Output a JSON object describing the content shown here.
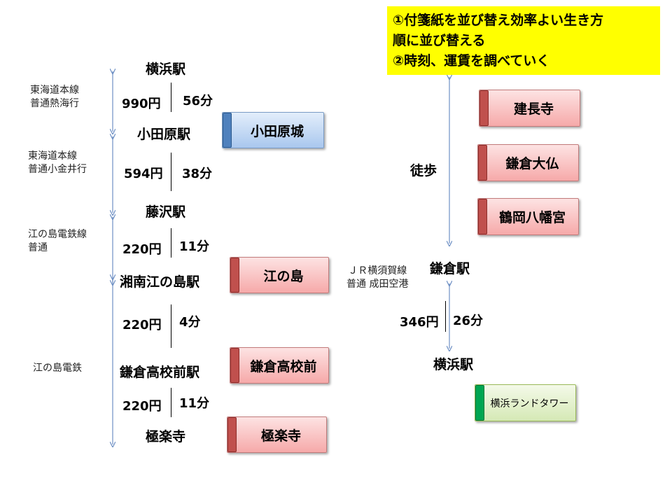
{
  "note": {
    "line1": "①付箋紙を並び替え効率よい生き方",
    "line2": "順に並び替える",
    "line3": "②時刻、運賃を調べていく"
  },
  "left_route": {
    "stations": [
      "横浜駅",
      "小田原駅",
      "藤沢駅",
      "湘南江の島駅",
      "鎌倉高校前駅",
      "極楽寺"
    ],
    "lines": [
      {
        "name1": "東海道本線",
        "name2": "普通熱海行",
        "fare": "990円",
        "time": "56分"
      },
      {
        "name1": "東海道本線",
        "name2": "普通小金井行",
        "fare": "594円",
        "time": "38分"
      },
      {
        "name1": "江の島電鉄線",
        "name2": "普通",
        "fare": "220円",
        "time": "11分"
      },
      {
        "name1": "江の島電鉄",
        "fare": "220円",
        "time": "4分"
      },
      {
        "fare": "220円",
        "time": "11分"
      }
    ]
  },
  "right_route": {
    "walk": "徒歩",
    "station_kamakura": "鎌倉駅",
    "line_name1": "ＪＲ横須賀線",
    "line_name2": "普通 成田空港",
    "fare": "346円",
    "time": "26分",
    "station_yokohama": "横浜駅"
  },
  "cards": {
    "odawara_castle": "小田原城",
    "enoshima": "江の島",
    "kamakura_koko_mae": "鎌倉高校前",
    "gokurakuji": "極楽寺",
    "kenchoji": "建長寺",
    "kamakura_daibutsu": "鎌倉大仏",
    "tsurugaoka": "鶴岡八幡宮",
    "yokohama_landmark": "横浜ランドタワー"
  },
  "colors": {
    "note_bg": "#ffff00",
    "red_strip": "#c0504d",
    "blue_strip": "#4f81bd",
    "green_strip": "#00a651",
    "arrow": "#6d8fc4"
  }
}
